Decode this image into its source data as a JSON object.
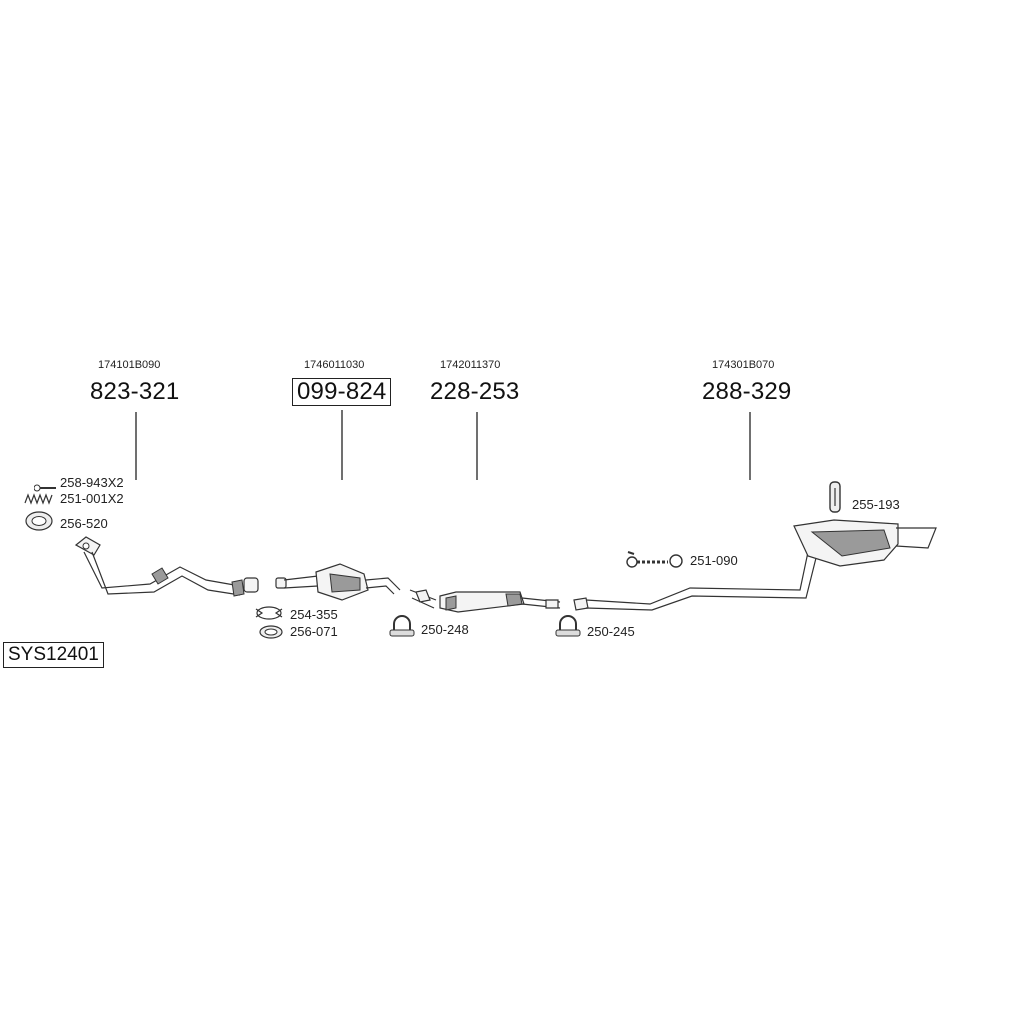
{
  "system_code": "SYS12401",
  "main_parts": [
    {
      "oem": "174101B090",
      "part_number": "823-321",
      "boxed": false
    },
    {
      "oem": "1746011030",
      "part_number": "099-824",
      "boxed": true
    },
    {
      "oem": "1742011370",
      "part_number": "228-253",
      "boxed": false
    },
    {
      "oem": "174301B070",
      "part_number": "288-329",
      "boxed": false
    }
  ],
  "accessories": [
    {
      "code": "258-943X2",
      "icon": "bolt-icon"
    },
    {
      "code": "251-001X2",
      "icon": "spring-icon"
    },
    {
      "code": "256-520",
      "icon": "gasket-ring-icon"
    },
    {
      "code": "254-355",
      "icon": "clamp-icon"
    },
    {
      "code": "256-071",
      "icon": "gasket-ring-icon"
    },
    {
      "code": "250-248",
      "icon": "u-clamp-icon"
    },
    {
      "code": "250-245",
      "icon": "u-clamp-icon"
    },
    {
      "code": "251-090",
      "icon": "rubber-hanger-icon"
    },
    {
      "code": "255-193",
      "icon": "rubber-hanger-icon"
    }
  ]
}
